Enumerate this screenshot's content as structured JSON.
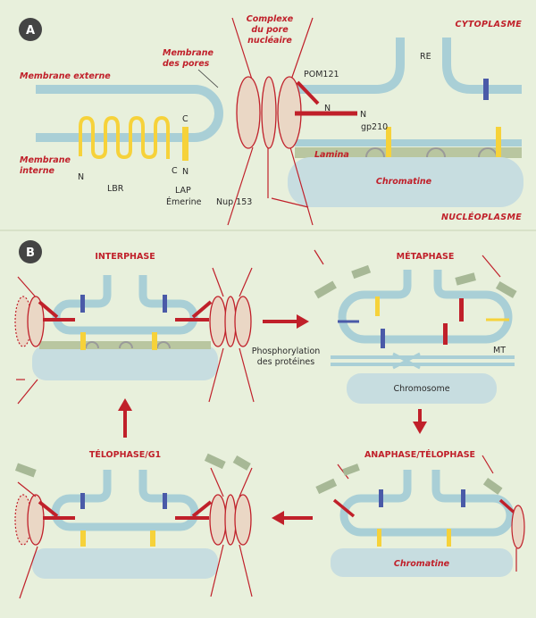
{
  "panel_a": {
    "badge": "A",
    "cytoplasme": "CYTOPLASME",
    "nucleoplasme": "NUCLÉOPLASME",
    "membrane_externe": "Membrane externe",
    "membrane_interne_1": "Membrane",
    "membrane_interne_2": "interne",
    "membrane_pores_1": "Membrane",
    "membrane_pores_2": "des pores",
    "complexe_1": "Complexe",
    "complexe_2": "du pore",
    "complexe_3": "nucléaire",
    "pom121": "POM121",
    "gp210": "gp210",
    "re": "RE",
    "lbr": "LBR",
    "lap": "LAP",
    "emerine": "Émerine",
    "nup153": "Nup 153",
    "lamina": "Lamina",
    "chromatine": "Chromatine",
    "n": "N",
    "c": "C"
  },
  "panel_b": {
    "badge": "B",
    "interphase": "INTERPHASE",
    "metaphase": "MÉTAPHASE",
    "anaphase": "ANAPHASE/TÉLOPHASE",
    "telophase": "TÉLOPHASE/G1",
    "phospho_1": "Phosphorylation",
    "phospho_2": "des protéines",
    "mt": "MT",
    "chromosome": "Chromosome",
    "chromatine": "Chromatine"
  },
  "colors": {
    "background": "#e8f0dc",
    "membrane": "#a9cfd6",
    "chromatin": "#c7dde0",
    "pore": "#ead7c5",
    "red": "#c0202a",
    "yellow": "#f6d23a",
    "blue": "#4a5aa8",
    "lamina": "#b9c6a0",
    "green_fragment": "#a7b896"
  }
}
